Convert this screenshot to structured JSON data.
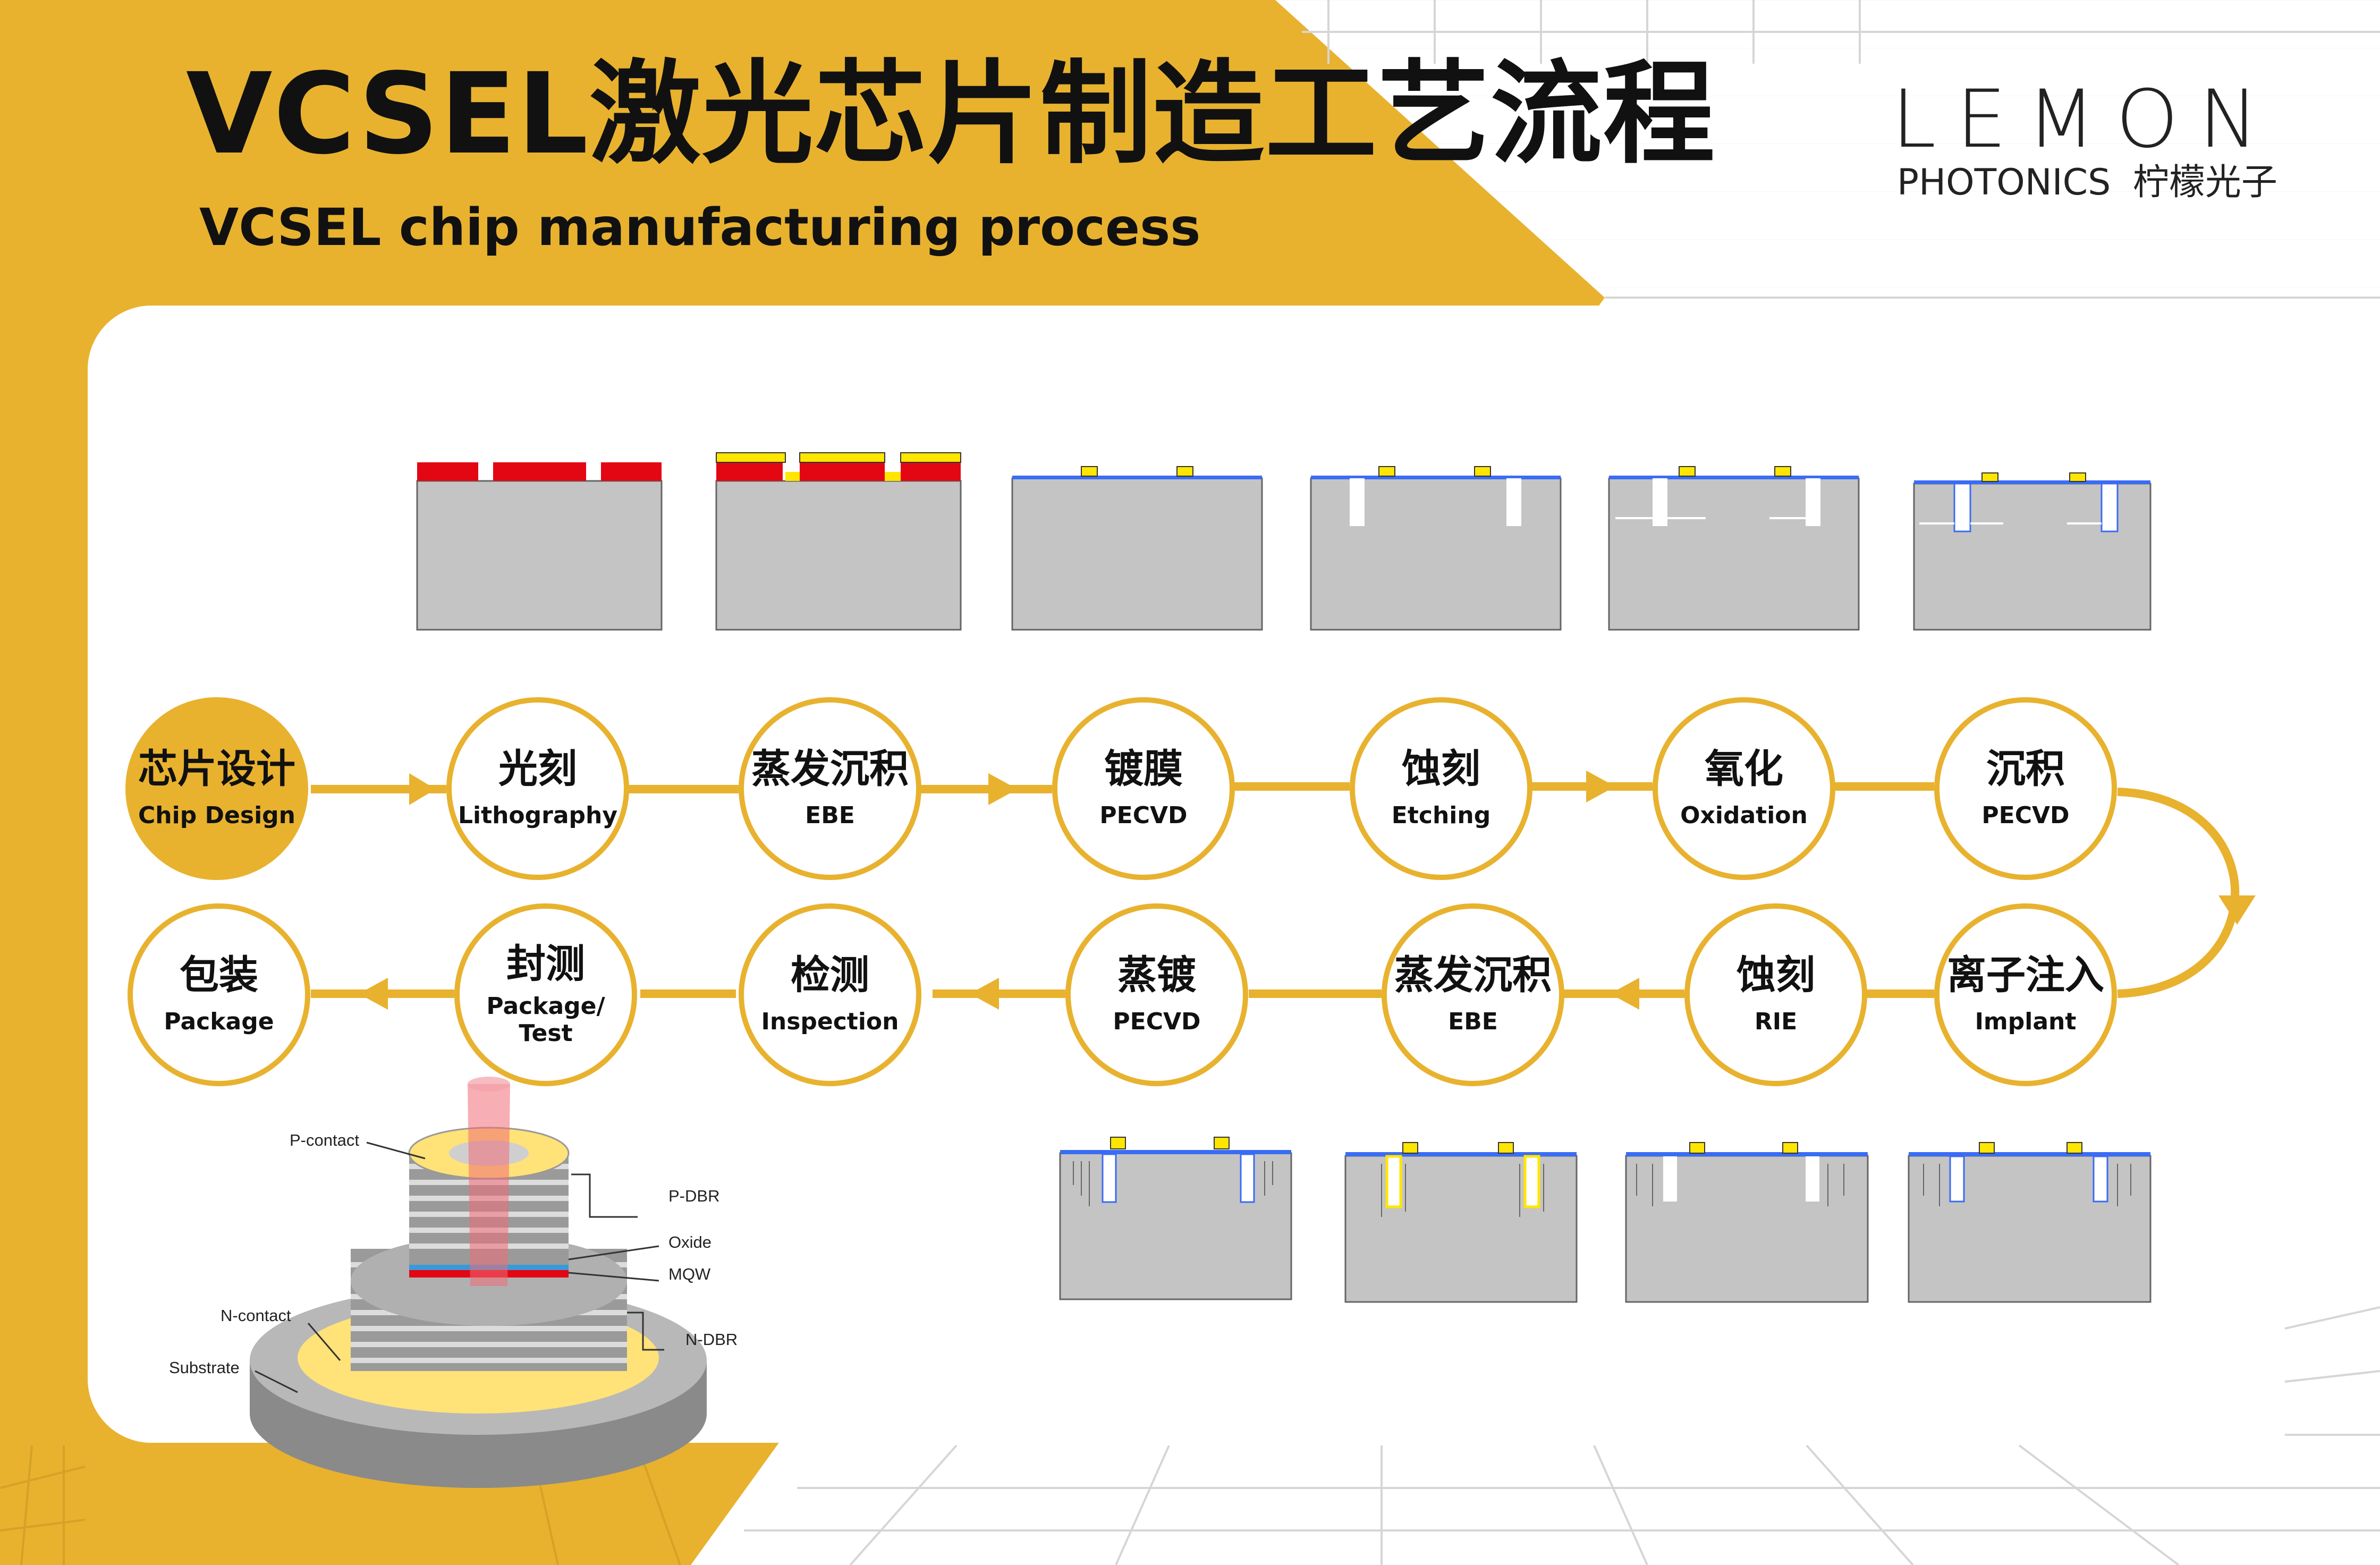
{
  "title_zh": "VCSEL激光芯片制造工艺流程",
  "title_en": "VCSEL chip manufacturing process",
  "logo": {
    "word": "LEMON",
    "sub_en": "PHOTONICS",
    "sub_zh": "柠檬光子"
  },
  "colors": {
    "accent": "#e8b22f",
    "red": "#e30613",
    "yellow": "#ffe600",
    "blue": "#3a6cf4",
    "gray": "#c4c4c4"
  },
  "steps_top": [
    {
      "zh": "芯片设计",
      "en": "Chip Design"
    },
    {
      "zh": "光刻",
      "en": "Lithography"
    },
    {
      "zh": "蒸发沉积",
      "en": "EBE"
    },
    {
      "zh": "镀膜",
      "en": "PECVD"
    },
    {
      "zh": "蚀刻",
      "en": "Etching"
    },
    {
      "zh": "氧化",
      "en": "Oxidation"
    },
    {
      "zh": "沉积",
      "en": "PECVD"
    }
  ],
  "steps_bottom": [
    {
      "zh": "包装",
      "en": "Package"
    },
    {
      "zh": "封测",
      "en": "Package/ Test"
    },
    {
      "zh": "检测",
      "en": "Inspection"
    },
    {
      "zh": "蒸镀",
      "en": "PECVD"
    },
    {
      "zh": "蒸发沉积",
      "en": "EBE"
    },
    {
      "zh": "蚀刻",
      "en": "RIE"
    },
    {
      "zh": "离子注入",
      "en": "Implant"
    }
  ],
  "vcsel_labels": {
    "p_contact": "P-contact",
    "p_dbr": "P-DBR",
    "oxide": "Oxide",
    "mqw": "MQW",
    "n_contact": "N-contact",
    "n_dbr": "N-DBR",
    "substrate": "Substrate"
  }
}
